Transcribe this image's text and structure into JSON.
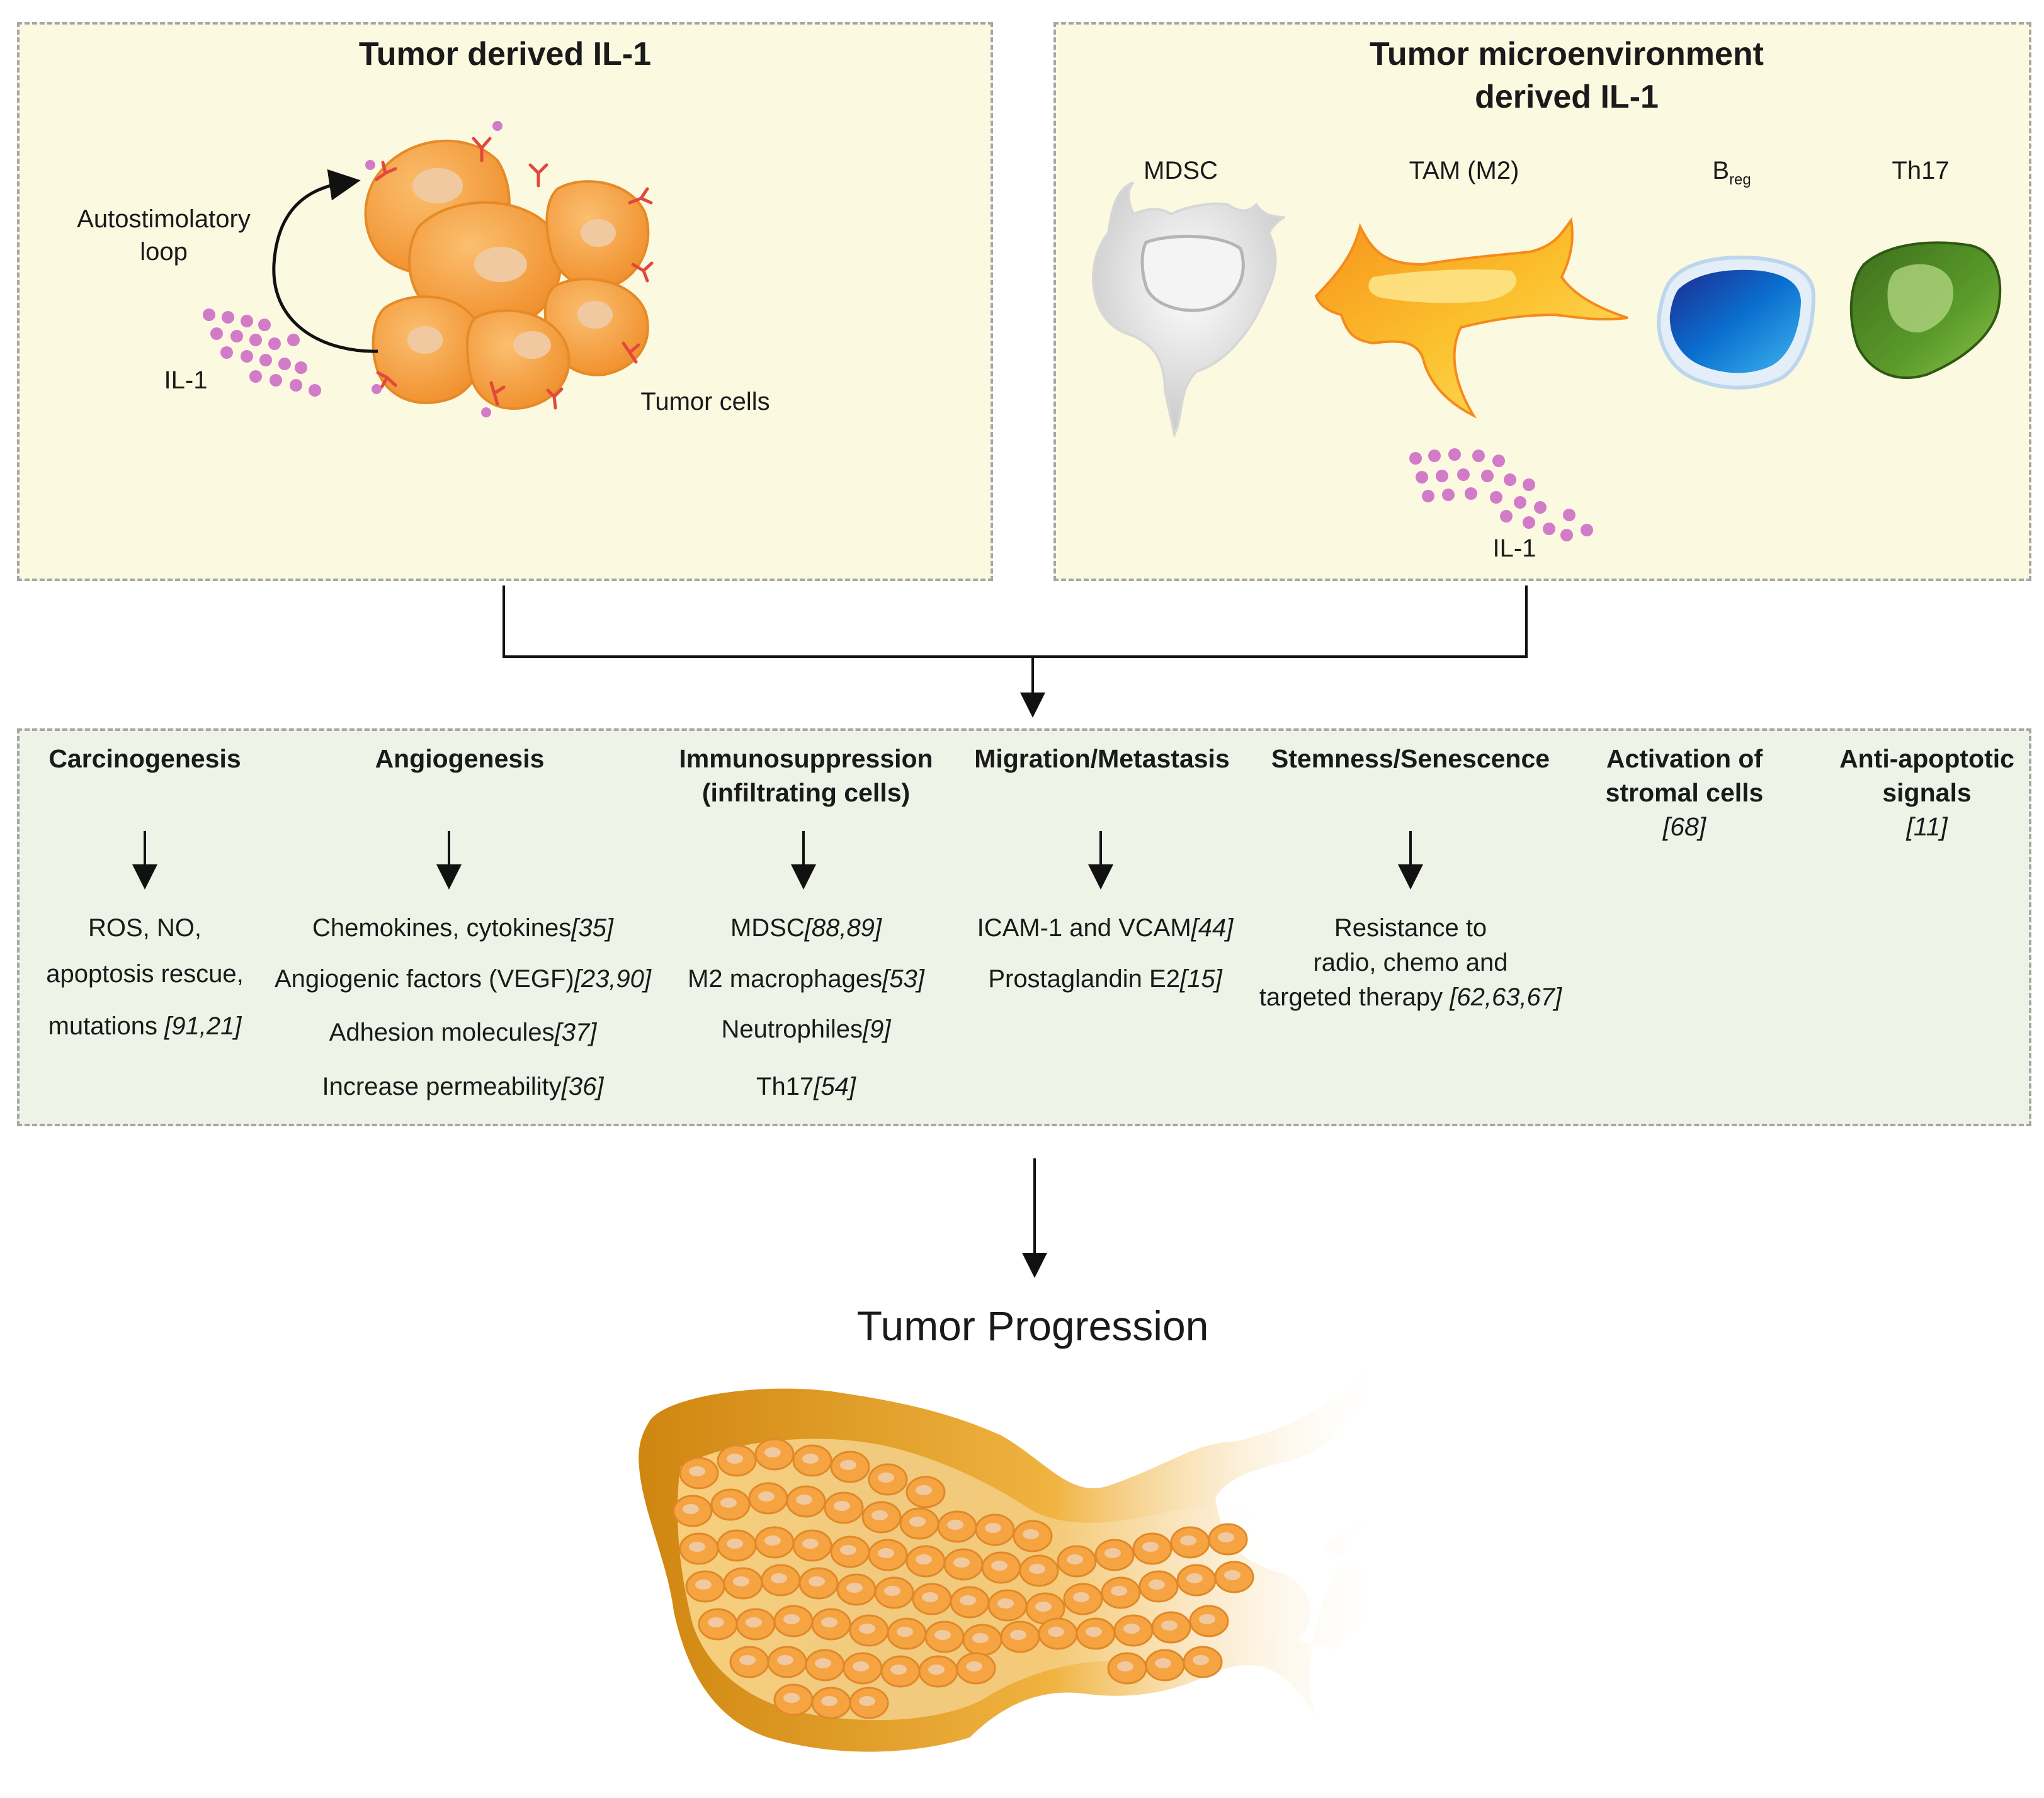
{
  "top_left": {
    "title": "Tumor derived IL-1",
    "loop_label_1": "Autostimolatory",
    "loop_label_2": "loop",
    "il1_label": "IL-1",
    "tumor_cells_label": "Tumor cells"
  },
  "top_right": {
    "title_1": "Tumor microenvironment",
    "title_2": "derived IL-1",
    "cells": [
      {
        "label": "MDSC"
      },
      {
        "label": "TAM (M2)"
      },
      {
        "label": "B",
        "subscript": "reg"
      },
      {
        "label": "Th17"
      }
    ],
    "il1_label": "IL-1"
  },
  "effects": [
    {
      "heading": [
        "Carcinogenesis"
      ],
      "items": [
        [
          "ROS, NO,",
          ""
        ],
        [
          "apoptosis rescue,",
          ""
        ],
        [
          "mutations ",
          "[91,21]"
        ]
      ]
    },
    {
      "heading": [
        "Angiogenesis"
      ],
      "items": [
        [
          "Chemokines, cytokines",
          "[35]"
        ],
        [
          "Angiogenic factors (VEGF)",
          "[23,90]"
        ],
        [
          "Adhesion molecules",
          "[37]"
        ],
        [
          "Increase permeability",
          "[36]"
        ]
      ]
    },
    {
      "heading": [
        "Immunosuppression",
        "(infiltrating cells)"
      ],
      "items": [
        [
          "MDSC",
          "[88,89]"
        ],
        [
          "M2 macrophages",
          "[53]"
        ],
        [
          "Neutrophiles",
          "[9]"
        ],
        [
          "Th17",
          "[54]"
        ]
      ]
    },
    {
      "heading": [
        "Migration/Metastasis"
      ],
      "items": [
        [
          "ICAM-1 and VCAM",
          "[44]"
        ],
        [
          "Prostaglandin E2",
          "[15]"
        ]
      ]
    },
    {
      "heading": [
        "Stemness/Senescence"
      ],
      "items": [
        [
          "Resistance to",
          ""
        ],
        [
          "radio, chemo and",
          ""
        ],
        [
          "targeted therapy ",
          "[62,63,67]"
        ]
      ]
    },
    {
      "heading": [
        "Activation of",
        "stromal cells"
      ],
      "ref": "[68]",
      "items": []
    },
    {
      "heading": [
        "Anti-apoptotic",
        "signals"
      ],
      "ref": "[11]",
      "items": []
    }
  ],
  "outcome": {
    "title": "Tumor Progression"
  },
  "colors": {
    "panel_yellow": "#fcf9e1",
    "panel_green": "#eef3e7",
    "tumor_orange": "#f7a84a",
    "il1_pink": "#d27bc8",
    "breg_blue": "#0a6fcf",
    "th17_green": "#4f8f23"
  }
}
